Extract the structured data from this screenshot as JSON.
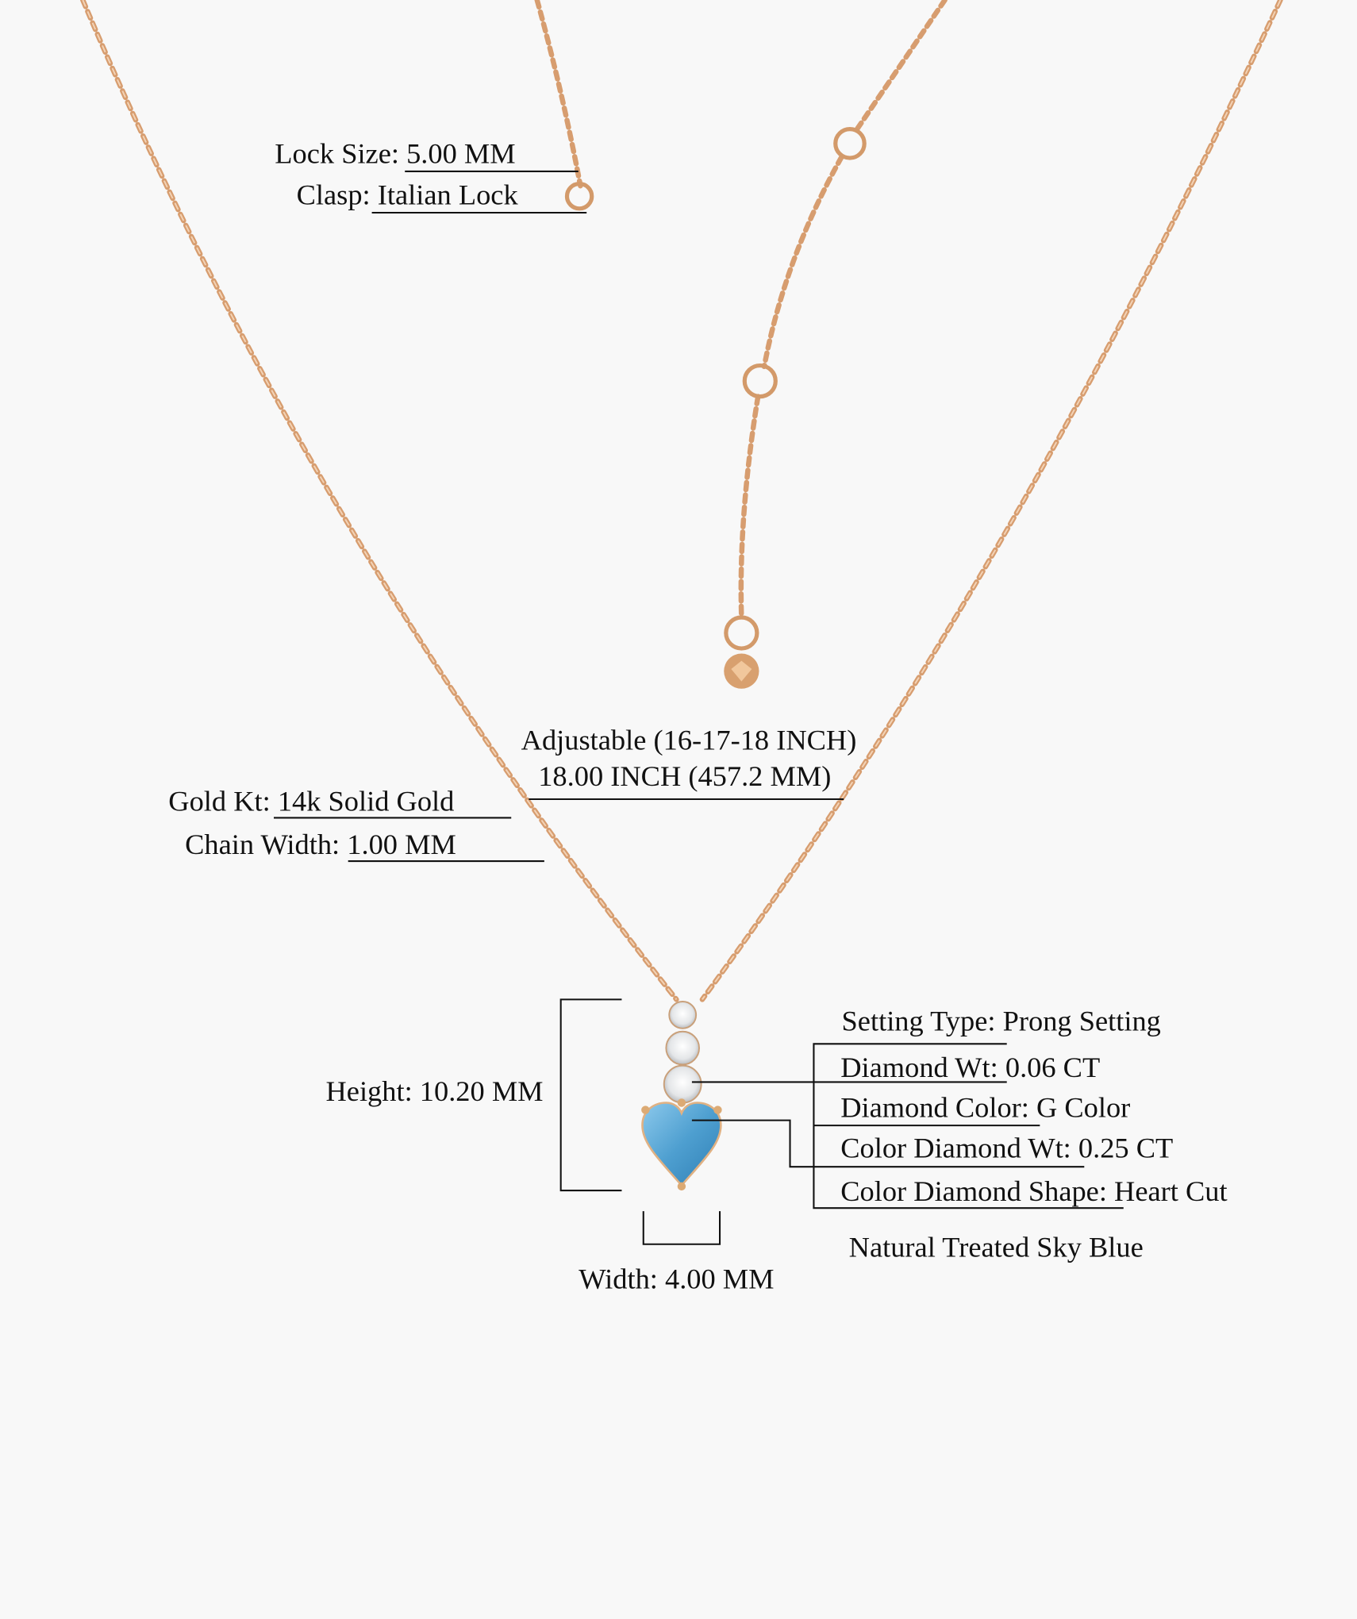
{
  "specs": {
    "lock_size": "Lock Size: 5.00 MM",
    "clasp": "Clasp: Italian Lock",
    "adjustable": "Adjustable (16-17-18 INCH)",
    "length": "18.00 INCH (457.2 MM)",
    "gold_kt": "Gold Kt: 14k Solid Gold",
    "chain_width": "Chain Width: 1.00 MM",
    "height": "Height: 10.20 MM",
    "width": "Width: 4.00 MM",
    "setting_type": "Setting Type: Prong Setting",
    "diamond_wt": "Diamond Wt: 0.06 CT",
    "diamond_color": "Diamond Color: G Color",
    "color_diamond_wt": "Color Diamond Wt: 0.25 CT",
    "color_diamond_shape": "Color Diamond Shape: Heart Cut",
    "stone_name": "Natural Treated Sky Blue"
  },
  "colors": {
    "gold": "#d79d6f",
    "stone": "#5aa9d6",
    "background": "#f8f8f8"
  }
}
